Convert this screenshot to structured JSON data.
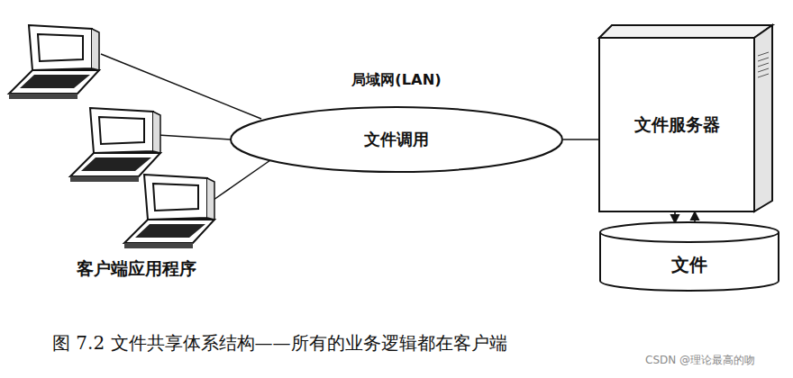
{
  "diagram": {
    "caption": "图 7.2 文件共享体系结构——所有的业务逻辑都在客户端",
    "nodes": [
      {
        "text": [
          "局域网(LAN)",
          "文件调用"
        ]
      },
      {
        "text": [
          "文件服务器"
        ]
      },
      {
        "text": [
          "文件"
        ]
      }
    ],
    "edges": [
      {
        "from": 0,
        "to": 1,
        "arrow": "none"
      },
      {
        "from": 1,
        "to": 2,
        "arrow": "to"
      },
      {
        "from": 2,
        "to": 1,
        "arrow": "to"
      }
    ],
    "labels": [
      "客户端应用程序",
      "CSDN @理论最高的吻"
    ]
  }
}
